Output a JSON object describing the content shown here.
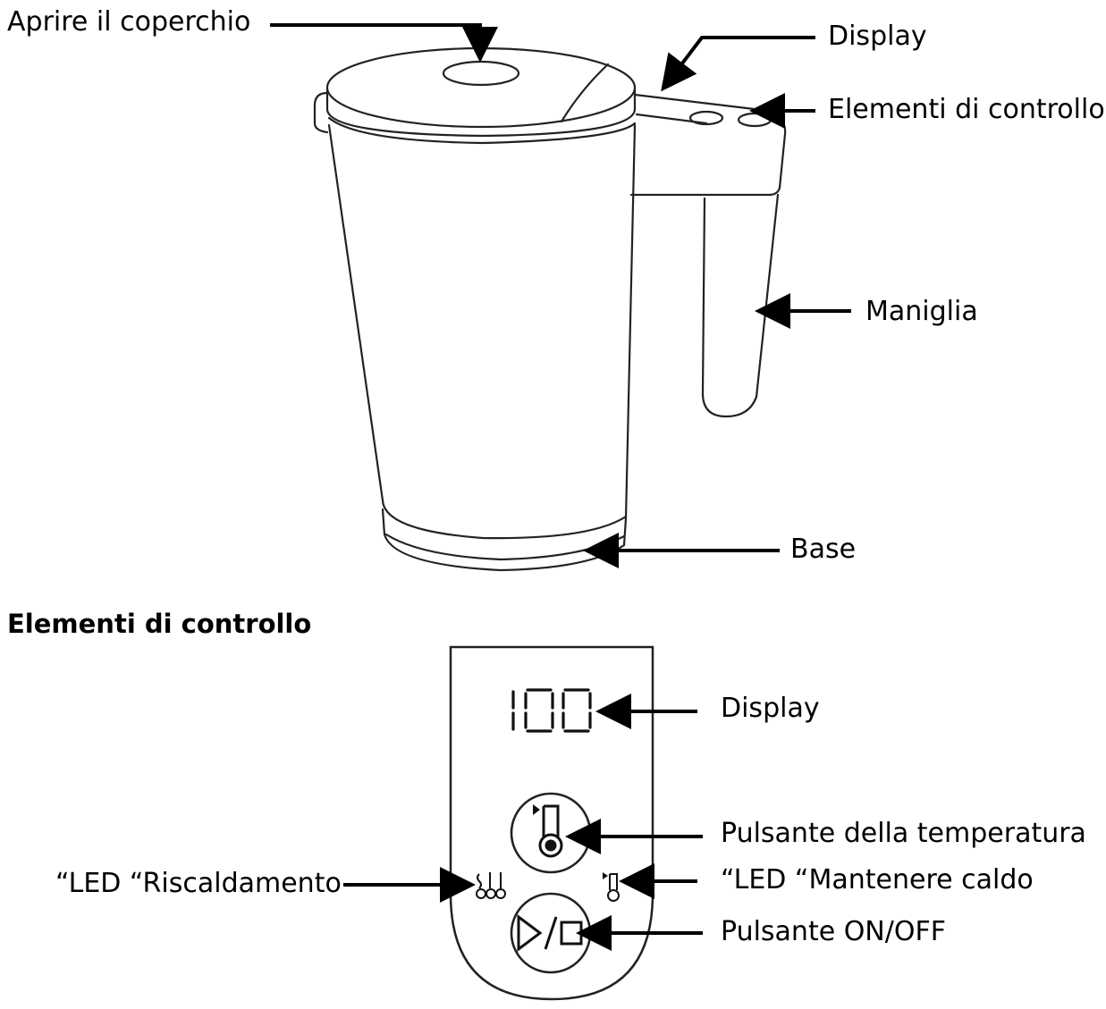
{
  "labels": {
    "lid_open": "Aprire il coperchio",
    "display_top": "Display",
    "controls_top": "Elementi di controllo",
    "handle": "Maniglia",
    "base": "Base",
    "display_panel": "Display",
    "temp_button": "Pulsante della temperatura",
    "keep_warm_led": "“LED “Mantenere caldo",
    "heating_led": "“LED “Riscaldamento",
    "onoff_button": "Pulsante ON/OFF"
  },
  "section": {
    "title": "Elementi di controllo"
  },
  "panel": {
    "display_value": "100"
  },
  "colors": {
    "ink": "#000000",
    "background": "#ffffff"
  },
  "icons": {
    "temp_button": "thermometer-icon",
    "keep_warm_led": "thermometer-icon",
    "heating_led": "steam-icon",
    "onoff_button": "play-stop-icon"
  }
}
